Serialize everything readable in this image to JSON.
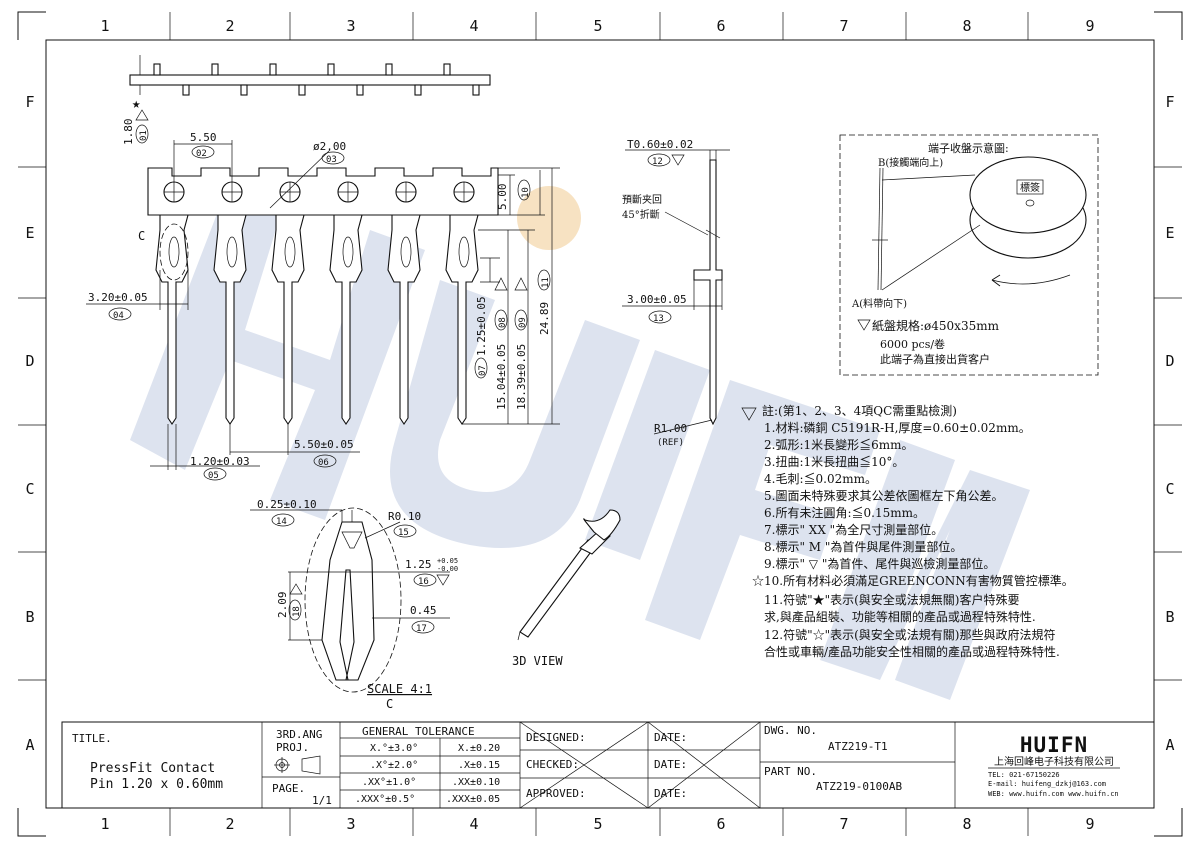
{
  "frame": {
    "col_numbers": [
      "1",
      "2",
      "3",
      "4",
      "5",
      "6",
      "7",
      "8",
      "9"
    ],
    "row_letters": [
      "F",
      "E",
      "D",
      "C",
      "B",
      "A"
    ]
  },
  "watermark": "HUIFN",
  "colors": {
    "line": "#111111",
    "watermark_blue": "#dde3ef",
    "watermark_orange": "#f7e2c2"
  },
  "dims": {
    "d180": "1.80",
    "b01": "01",
    "d550": "5.50",
    "b02": "02",
    "d200": "ø2.00",
    "b03": "03",
    "d320": "3.20±0.05",
    "b04": "04",
    "d120": "1.20±0.03",
    "b05": "05",
    "d550b": "5.50±0.05",
    "b06": "06",
    "d125": "1.25±0.05",
    "b07": "07",
    "d1504": "15.04±0.05",
    "b08": "08",
    "d1839": "18.39±0.05",
    "b09": "09",
    "d500": "5.00",
    "b10": "10",
    "d2489": "24.89",
    "b11": "11",
    "t060": "T0.60±0.02",
    "b12": "12",
    "d300": "3.00±0.05",
    "b13": "13",
    "d025": "0.25±0.10",
    "b14": "14",
    "r010": "R0.10",
    "b15": "15",
    "d125b": "1.25",
    "d125b_up": "+0.05",
    "d125b_dn": "-0.00",
    "b16": "16",
    "d045": "0.45",
    "b17": "17",
    "d209": "2.09",
    "b18": "18",
    "r100": "R1.00",
    "ref": "(REF)",
    "c_label": "C",
    "preset": "預斷夹回",
    "fold": "45°折斷",
    "scale": "SCALE 4:1",
    "scale_c": "C",
    "view3d": "3D VIEW"
  },
  "reel": {
    "title": "端子收盤示意圖:",
    "b_label": "B(接觸端向上)",
    "a_label": "A(料帶向下)",
    "tag": "標簽",
    "spec": "紙盤規格:ø450x35mm",
    "qty": "6000 pcs/卷",
    "ship": "此端子為直接出貨客户"
  },
  "notes": {
    "header": "註:(第1、2、3、4項QC需重點檢測)",
    "lines": [
      "1.材料:磷銅 C5191R-H,厚度=0.60±0.02mm。",
      "2.弧形:1米長變形≦6mm。",
      "3.扭曲:1米長扭曲≦10°。",
      "4.毛刺:≦0.02mm。",
      "5.圖面未特殊要求其公差依圖框左下角公差。",
      "6.所有未注圓角:≦0.15mm。",
      "7.標示\" XX \"為全尺寸測量部位。",
      "8.標示\" M \"為首件與尾件測量部位。",
      "9.標示\" ▽ \"為首件、尾件與巡檢測量部位。",
      "☆10.所有材料必須滿足GREENCONN有害物質管控標準。",
      "11.符號\"★\"表示(與安全或法規無關)客户特殊要",
      "求,與產品組裝、功能等相關的產品或過程特殊特性.",
      "12.符號\"☆\"表示(與安全或法規有關)那些與政府法規符",
      "合性或車輛/產品功能安全性相關的產品或過程特殊特性."
    ]
  },
  "title_block": {
    "title_label": "TITLE.",
    "title_line1": "PressFit Contact",
    "title_line2": "Pin 1.20 x 0.60mm",
    "proj_label": "3RD.ANG",
    "proj_label2": "PROJ.",
    "page_label": "PAGE.",
    "page_value": "1/1",
    "tol_header": "GENERAL TOLERANCE",
    "tol_rows": [
      [
        "X.°±3.0°",
        "X.±0.20"
      ],
      [
        ".X°±2.0°",
        ".X±0.15"
      ],
      [
        ".XX°±1.0°",
        ".XX±0.10"
      ],
      [
        ".XXX°±0.5°",
        ".XXX±0.05"
      ]
    ],
    "designed": "DESIGNED:",
    "checked": "CHECKED:",
    "approved": "APPROVED:",
    "date": "DATE:",
    "dwg_label": "DWG. NO.",
    "dwg_no": "ATZ219-T1",
    "part_label": "PART NO.",
    "part_no": "ATZ219-0100AB",
    "company_logo": "HUIFN",
    "company_name": "上海回峰电子科技有限公司",
    "tel": "TEL: 021-67150226",
    "email": "E-mail: huifeng_dzkj@163.com",
    "web": "WEB: www.huifn.com  www.huifn.cn"
  }
}
